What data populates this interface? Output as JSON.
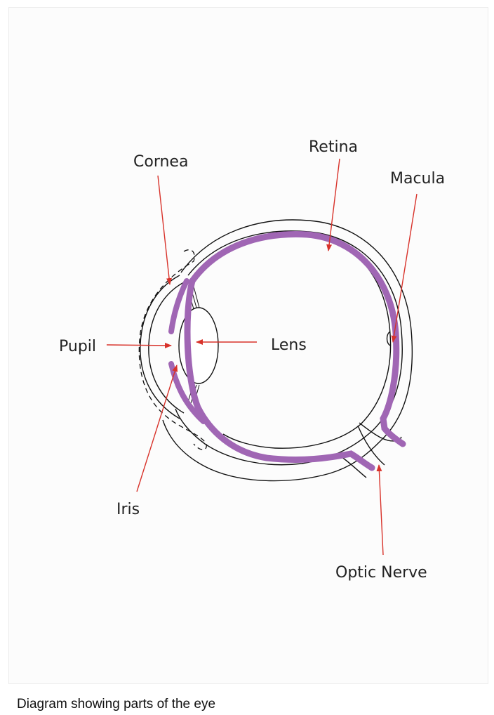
{
  "diagram": {
    "labels": {
      "cornea": "Cornea",
      "retina": "Retina",
      "macula": "Macula",
      "pupil": "Pupil",
      "lens": "Lens",
      "iris": "Iris",
      "optic_nerve": "Optic Nerve"
    },
    "colors": {
      "retina_layer": "#a066b4",
      "pointer": "#d8322a",
      "outline": "#111111"
    }
  },
  "caption": "Diagram showing parts of the eye"
}
